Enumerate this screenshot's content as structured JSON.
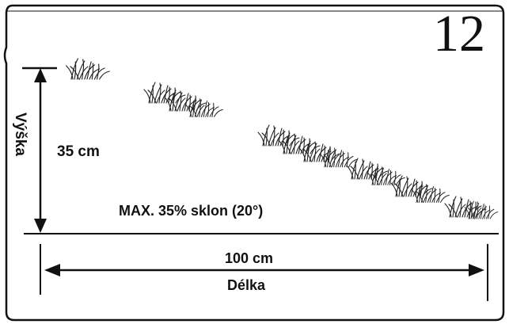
{
  "page_number": "12",
  "height": {
    "label": "Výška",
    "value": "35 cm"
  },
  "slope": {
    "label": "MAX. 35% sklon (20°)"
  },
  "length": {
    "label": "Délka",
    "value": "100 cm"
  },
  "colors": {
    "ink": "#111111",
    "background": "#ffffff"
  },
  "icons": [
    "grass-tuft-icon",
    "arrow-up-icon",
    "arrow-down-icon",
    "arrow-left-icon",
    "arrow-right-icon"
  ]
}
